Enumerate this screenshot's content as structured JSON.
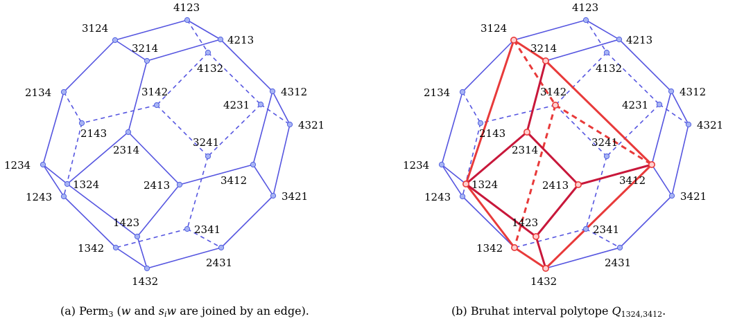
{
  "colors": {
    "edge": "#5555e0",
    "vertex_fill": "#a8b4f4",
    "vertex_stroke": "#5060e0",
    "highlight_outer": "#e83a3a",
    "highlight_inner": "#c8173a",
    "highlight_vertex_fill": "#ffd0d0"
  },
  "vertices": [
    "4123",
    "3124",
    "4213",
    "3214",
    "4132",
    "2134",
    "3142",
    "4312",
    "4231",
    "4321",
    "2143",
    "2314",
    "3241",
    "1234",
    "1324",
    "2413",
    "3412",
    "1243",
    "3421",
    "1423",
    "2341",
    "1342",
    "2431",
    "1432"
  ],
  "edges": [
    {
      "a": "4123",
      "b": "3124",
      "style": "solid"
    },
    {
      "a": "4123",
      "b": "4213",
      "style": "solid"
    },
    {
      "a": "4123",
      "b": "4132",
      "style": "dashed"
    },
    {
      "a": "3124",
      "b": "3214",
      "style": "solid"
    },
    {
      "a": "3124",
      "b": "2134",
      "style": "solid"
    },
    {
      "a": "4213",
      "b": "3214",
      "style": "solid"
    },
    {
      "a": "4213",
      "b": "4312",
      "style": "solid"
    },
    {
      "a": "3214",
      "b": "2314",
      "style": "solid"
    },
    {
      "a": "4132",
      "b": "3142",
      "style": "dashed"
    },
    {
      "a": "4132",
      "b": "4231",
      "style": "dashed"
    },
    {
      "a": "2134",
      "b": "2143",
      "style": "dashed"
    },
    {
      "a": "2134",
      "b": "1234",
      "style": "solid"
    },
    {
      "a": "3142",
      "b": "2143",
      "style": "dashed"
    },
    {
      "a": "3142",
      "b": "3241",
      "style": "dashed"
    },
    {
      "a": "4312",
      "b": "4321",
      "style": "solid"
    },
    {
      "a": "4312",
      "b": "3412",
      "style": "solid"
    },
    {
      "a": "4231",
      "b": "4321",
      "style": "dashed"
    },
    {
      "a": "4231",
      "b": "3241",
      "style": "dashed"
    },
    {
      "a": "4321",
      "b": "3421",
      "style": "solid"
    },
    {
      "a": "2143",
      "b": "1243",
      "style": "dashed"
    },
    {
      "a": "2314",
      "b": "1324",
      "style": "solid"
    },
    {
      "a": "2314",
      "b": "2413",
      "style": "solid"
    },
    {
      "a": "3241",
      "b": "2341",
      "style": "dashed"
    },
    {
      "a": "1234",
      "b": "1324",
      "style": "solid"
    },
    {
      "a": "1234",
      "b": "1243",
      "style": "solid"
    },
    {
      "a": "1324",
      "b": "1423",
      "style": "solid"
    },
    {
      "a": "2413",
      "b": "3412",
      "style": "solid"
    },
    {
      "a": "2413",
      "b": "1423",
      "style": "solid"
    },
    {
      "a": "3412",
      "b": "3421",
      "style": "solid"
    },
    {
      "a": "1243",
      "b": "1342",
      "style": "solid"
    },
    {
      "a": "3421",
      "b": "2431",
      "style": "solid"
    },
    {
      "a": "1423",
      "b": "1432",
      "style": "solid"
    },
    {
      "a": "2341",
      "b": "1342",
      "style": "dashed"
    },
    {
      "a": "2341",
      "b": "2431",
      "style": "dashed"
    },
    {
      "a": "1342",
      "b": "1432",
      "style": "solid"
    },
    {
      "a": "2431",
      "b": "1432",
      "style": "solid"
    }
  ],
  "highlight_vertices": [
    "3124",
    "3214",
    "3142",
    "2314",
    "1324",
    "2413",
    "3412",
    "1423",
    "1342",
    "1432"
  ],
  "highlight_edges": [
    {
      "a": "3124",
      "b": "1324",
      "style": "solid",
      "tone": "outer"
    },
    {
      "a": "3124",
      "b": "3214",
      "style": "solid",
      "tone": "outer"
    },
    {
      "a": "3214",
      "b": "3412",
      "style": "solid",
      "tone": "outer"
    },
    {
      "a": "3412",
      "b": "1432",
      "style": "solid",
      "tone": "outer"
    },
    {
      "a": "1432",
      "b": "1342",
      "style": "solid",
      "tone": "outer"
    },
    {
      "a": "1342",
      "b": "1324",
      "style": "solid",
      "tone": "outer"
    },
    {
      "a": "3124",
      "b": "3142",
      "style": "dashed",
      "tone": "outer"
    },
    {
      "a": "3142",
      "b": "3412",
      "style": "dashed",
      "tone": "outer"
    },
    {
      "a": "3142",
      "b": "1342",
      "style": "dashed",
      "tone": "outer"
    },
    {
      "a": "3214",
      "b": "2314",
      "style": "solid",
      "tone": "inner"
    },
    {
      "a": "2314",
      "b": "1324",
      "style": "solid",
      "tone": "inner"
    },
    {
      "a": "2314",
      "b": "2413",
      "style": "solid",
      "tone": "inner"
    },
    {
      "a": "2413",
      "b": "3412",
      "style": "solid",
      "tone": "inner"
    },
    {
      "a": "2413",
      "b": "1423",
      "style": "solid",
      "tone": "inner"
    },
    {
      "a": "1324",
      "b": "1423",
      "style": "solid",
      "tone": "inner"
    },
    {
      "a": "1423",
      "b": "1432",
      "style": "solid",
      "tone": "inner"
    }
  ],
  "captions": {
    "a": {
      "prefix": "(a) Perm",
      "sub": "3",
      "open": " (",
      "w1": "w",
      "and": " and ",
      "s": "s",
      "si": "i",
      "w2": "w",
      "rest": " are joined by an edge)."
    },
    "b": {
      "prefix": "(b) Bruhat interval polytope ",
      "Q": "Q",
      "sub": "1324,3412",
      "end": "."
    }
  }
}
